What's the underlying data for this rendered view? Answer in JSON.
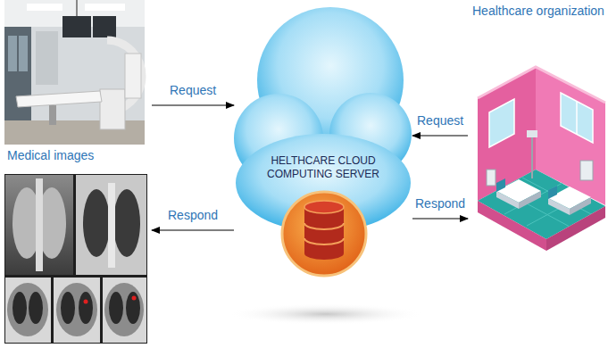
{
  "diagram": {
    "nodes": [
      {
        "text": [
          "Medical images"
        ]
      },
      {
        "text": [
          "HELTHCARE CLOUD COMPUTING SERVER"
        ]
      },
      {
        "text": [
          "Healthcare organization"
        ]
      }
    ],
    "edges": [
      {
        "from": 0,
        "to": 1,
        "label": "Request",
        "arrow": "to"
      },
      {
        "from": 1,
        "to": 0,
        "label": "Respond",
        "arrow": "to"
      },
      {
        "from": 2,
        "to": 1,
        "label": "Request",
        "arrow": "to"
      },
      {
        "from": 1,
        "to": 2,
        "label": "Respond",
        "arrow": "to"
      }
    ]
  }
}
